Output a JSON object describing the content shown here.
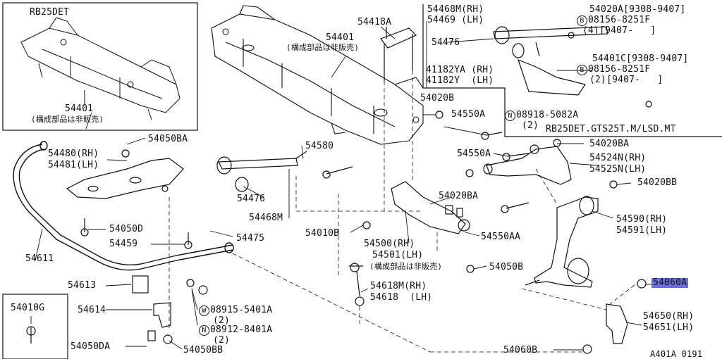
{
  "figure_code": "A401A 0191",
  "inset": {
    "engine": "RB25DET",
    "part": "54401",
    "note": "(構成部品は非販売)"
  },
  "labels": {
    "p54418A": "54418A",
    "p54401": "54401",
    "p54401_note": "(構成部品は非販売)",
    "p54468M_rh": "54468M(RH)",
    "p54469_lh": "54469 (LH)",
    "p54476_top": "54476",
    "p41182YA": "41182YA (RH)",
    "p41182Y": "41182Y  (LH)",
    "p54020A": "54020A[9308-9407]",
    "bolt_top_code": "08156-8251F",
    "bolt_top_qty": "(4)[9407-   ]",
    "p54401C": "54401C[9308-9407]",
    "bolt_mid_code": "08156-8251F",
    "bolt_mid_qty": "(2)[9407-   ]",
    "nut_code": "08918-5082A",
    "nut_qty": "(2)",
    "rb_spec": "RB25DET.GTS25T.M/LSD.MT",
    "p54020B": "54020B",
    "p54550A_1": "54550A",
    "p54550A_2": "54550A",
    "p54020BA_1": "54020BA",
    "p54524N": "54524N(RH)",
    "p54525N": "54525N(LH)",
    "p54020BB": "54020BB",
    "p54580": "54580",
    "p54020BA_2": "54020BA",
    "p54050BA": "54050BA",
    "p54480": "54480(RH)",
    "p54481": "54481(LH)",
    "p54476_mid": "54476",
    "p54468M": "54468M",
    "p54590": "54590(RH)",
    "p54591": "54591(LH)",
    "p54550AA": "54550AA",
    "p54050D": "54050D",
    "p54459": "54459",
    "p54475": "54475",
    "p54010B": "54010B",
    "p54500": "54500(RH)",
    "p54501": "54501(LH)",
    "p54501_note": "(構成部品は非販売)",
    "p54050B": "54050B",
    "p54611": "54611",
    "p54060A": "54060A",
    "p54613": "54613",
    "p54618M": "54618M(RH)",
    "p54618": "54618  (LH)",
    "p54010G": "54010G",
    "p54614": "54614",
    "washer_code": "08915-5401A",
    "washer_qty": "(2)",
    "nut2_code": "08912-8401A",
    "nut2_qty": "(2)",
    "p54650": "54650(RH)",
    "p54651": "54651(LH)",
    "p54050DA": "54050DA",
    "p54050BB": "54050BB",
    "p54060B": "54060B",
    "sym_B": "B",
    "sym_N": "N",
    "sym_W": "W"
  }
}
